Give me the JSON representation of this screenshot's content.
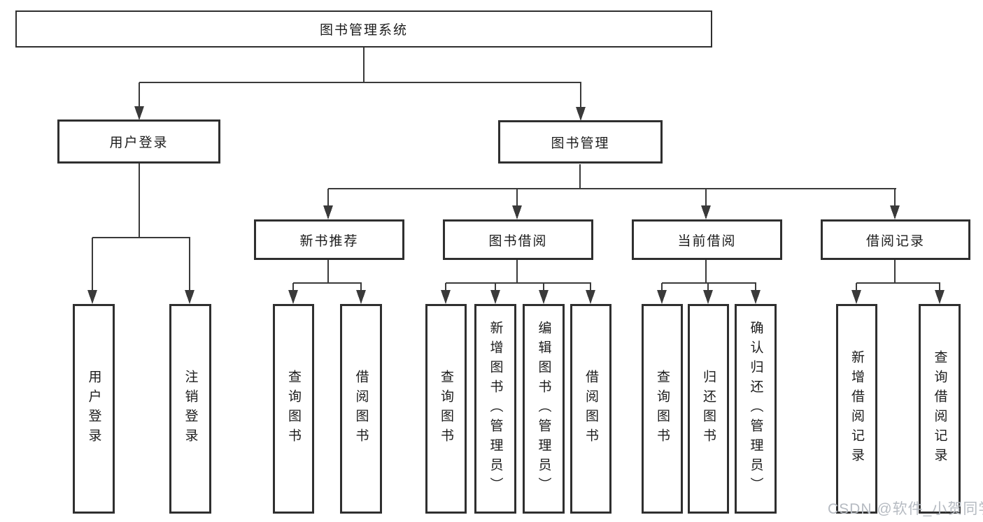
{
  "tree": {
    "root": "图书管理系统",
    "branches": [
      {
        "label": "用户登录",
        "leaves": [
          "用户登录",
          "注销登录"
        ]
      },
      {
        "label": "图书管理",
        "groups": [
          {
            "label": "新书推荐",
            "leaves": [
              "查询图书",
              "借阅图书"
            ]
          },
          {
            "label": "图书借阅",
            "leaves": [
              "查询图书",
              "新增图书（管理员）",
              "编辑图书（管理员）",
              "借阅图书"
            ]
          },
          {
            "label": "当前借阅",
            "leaves": [
              "查询图书",
              "归还图书",
              "确认归还（管理员）"
            ]
          },
          {
            "label": "借阅记录",
            "leaves": [
              "新增借阅记录",
              "查询借阅记录"
            ]
          }
        ]
      }
    ]
  },
  "colors": {
    "line": "#3a3a3a",
    "border": "#2f2f2f",
    "watermark": "#b6bbc2"
  },
  "watermark": "CSDN @软件_小贺同学"
}
